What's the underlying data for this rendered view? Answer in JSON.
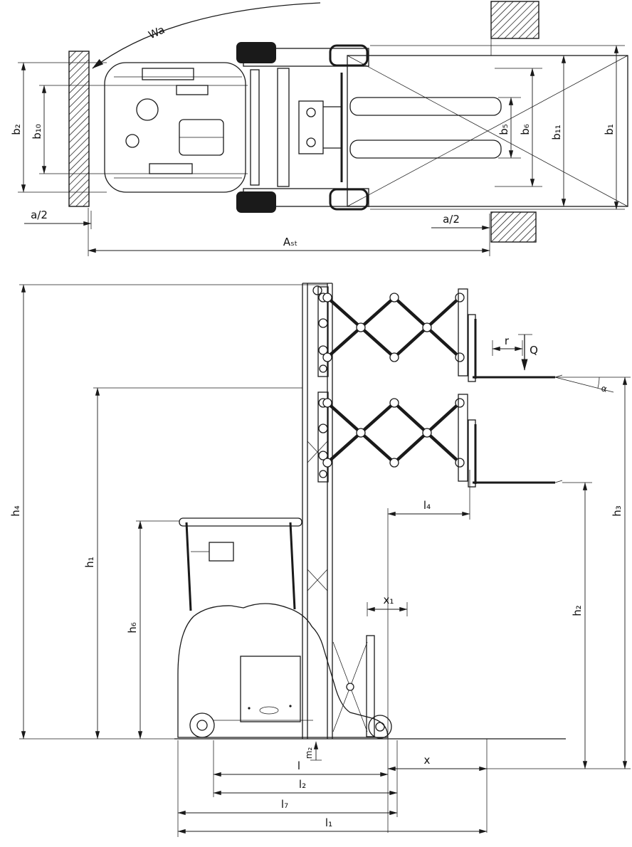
{
  "meta": {
    "drawing_type": "forklift reach-truck dimensional line drawing",
    "ink_color": "#1a1a1a",
    "background_color": "#ffffff"
  },
  "top_view": {
    "labels": {
      "wa": "Wa",
      "b2": "b₂",
      "b10": "b₁₀",
      "b5": "b₅",
      "b6": "b₆",
      "b11": "b₁₁",
      "b1": "b₁",
      "a2_left": "a/2",
      "a2_right": "a/2",
      "ast": "Aₛₜ"
    }
  },
  "side_view": {
    "labels": {
      "h4": "h₄",
      "h1": "h₁",
      "h6": "h₆",
      "h2": "h₂",
      "h3": "h₃",
      "l4": "l₄",
      "x1": "x₁",
      "q": "Q",
      "r": "r",
      "alpha": "α",
      "m2": "m₂",
      "x": "x",
      "l": "l",
      "l2": "l₂",
      "l7": "l₇",
      "l1": "l₁"
    }
  }
}
